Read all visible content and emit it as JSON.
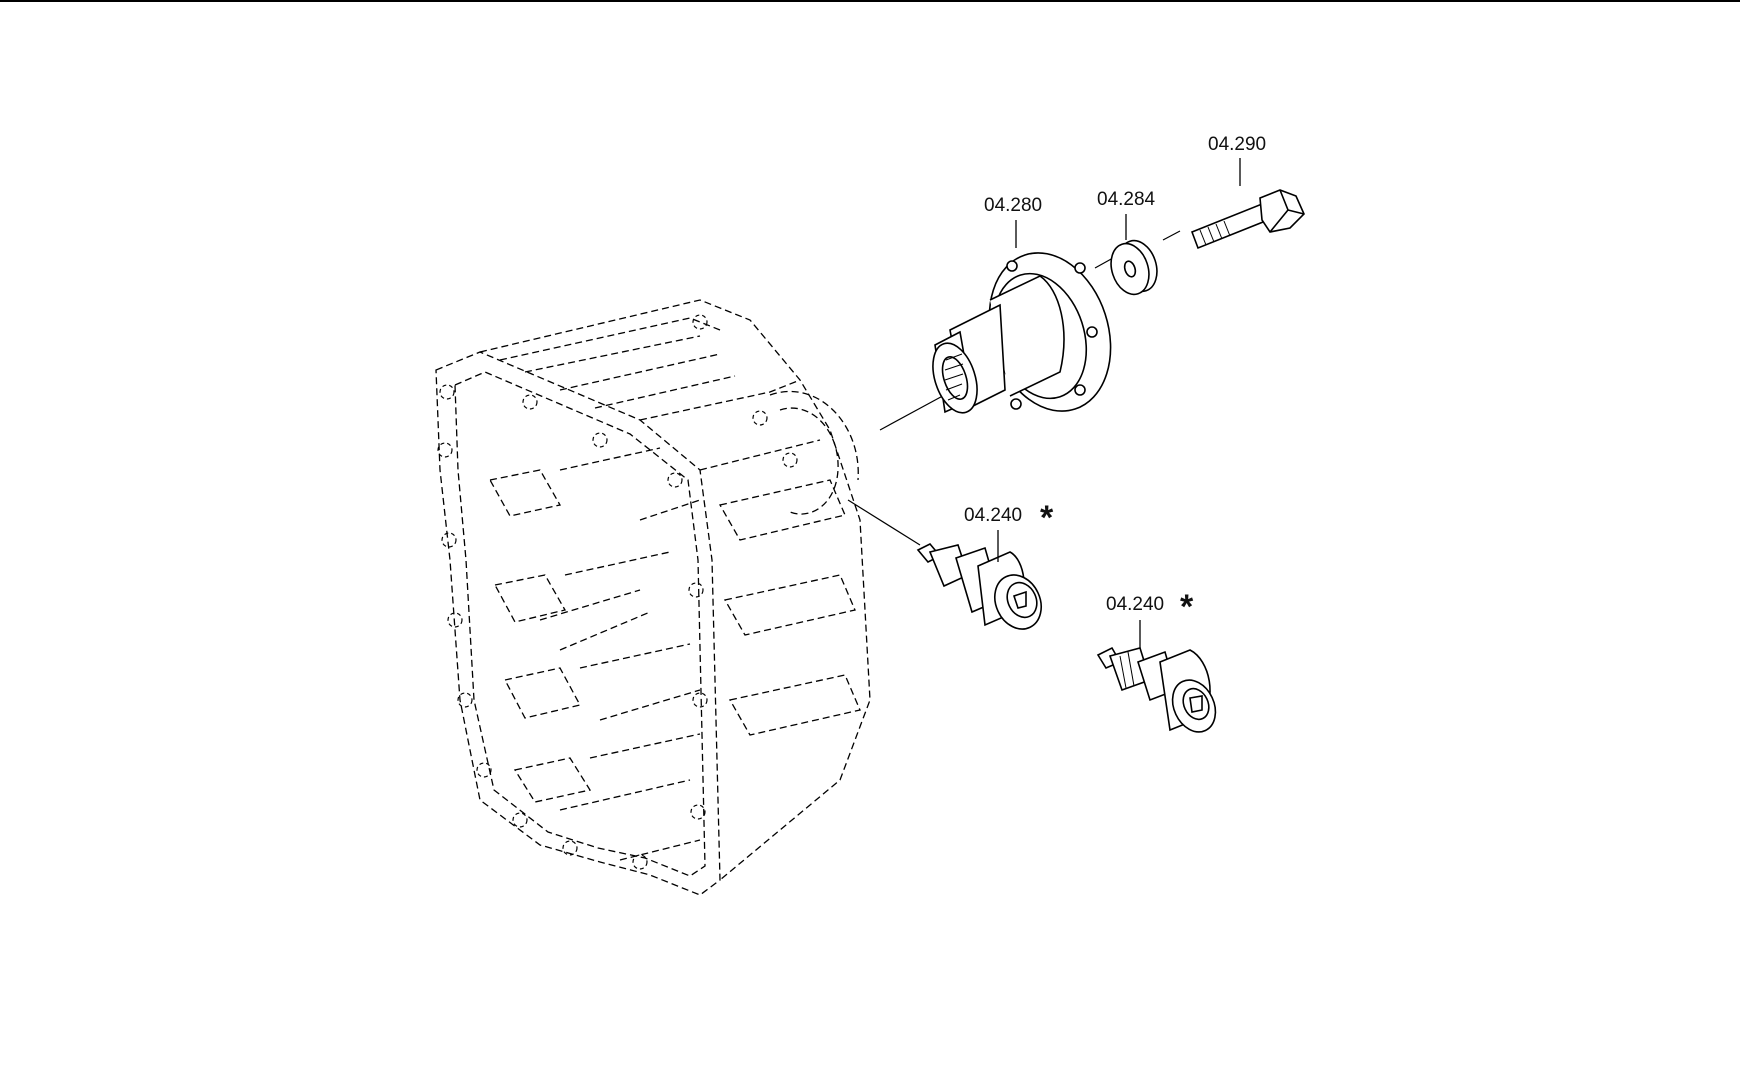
{
  "diagram": {
    "callouts": [
      {
        "id": "flange",
        "label": "04.280",
        "marked": false
      },
      {
        "id": "washer",
        "label": "04.284",
        "marked": false
      },
      {
        "id": "screw",
        "label": "04.290",
        "marked": false
      },
      {
        "id": "sensor-upper",
        "label": "04.240",
        "marked": true
      },
      {
        "id": "sensor-lower",
        "label": "04.240",
        "marked": true
      }
    ],
    "marker_symbol": "*",
    "colors": {
      "line": "#000000",
      "background": "#ffffff"
    }
  }
}
